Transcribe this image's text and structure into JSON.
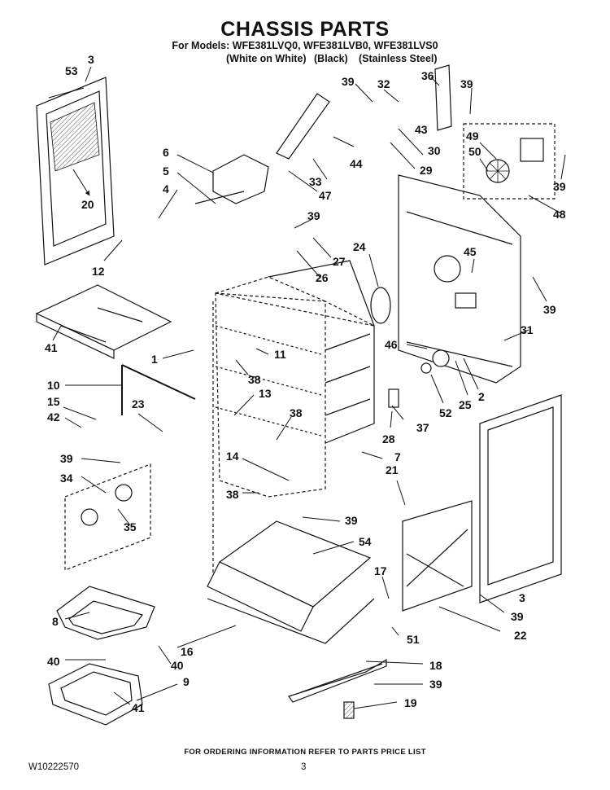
{
  "header": {
    "title": "CHASSIS PARTS",
    "models": "For Models: WFE381LVQ0, WFE381LVB0, WFE381LVS0",
    "variants": [
      "(White on White)",
      "(Black)",
      "(Stainless Steel)"
    ]
  },
  "callouts": [
    "53",
    "3",
    "20",
    "6",
    "5",
    "4",
    "12",
    "41",
    "10",
    "1",
    "15",
    "42",
    "23",
    "39",
    "34",
    "35",
    "8",
    "40",
    "16",
    "9",
    "41",
    "40",
    "38",
    "11",
    "13",
    "38",
    "14",
    "38",
    "39",
    "54",
    "17",
    "51",
    "18",
    "39",
    "19",
    "39",
    "32",
    "36",
    "39",
    "43",
    "30",
    "29",
    "44",
    "33",
    "47",
    "39",
    "27",
    "26",
    "24",
    "45",
    "49",
    "50",
    "39",
    "48",
    "39",
    "31",
    "46",
    "52",
    "25",
    "2",
    "37",
    "28",
    "7",
    "21",
    "3",
    "39",
    "22"
  ],
  "footer": {
    "ordering_note": "FOR ORDERING INFORMATION REFER TO PARTS PRICE LIST",
    "doc_number": "W10222570",
    "page_number": "3"
  }
}
